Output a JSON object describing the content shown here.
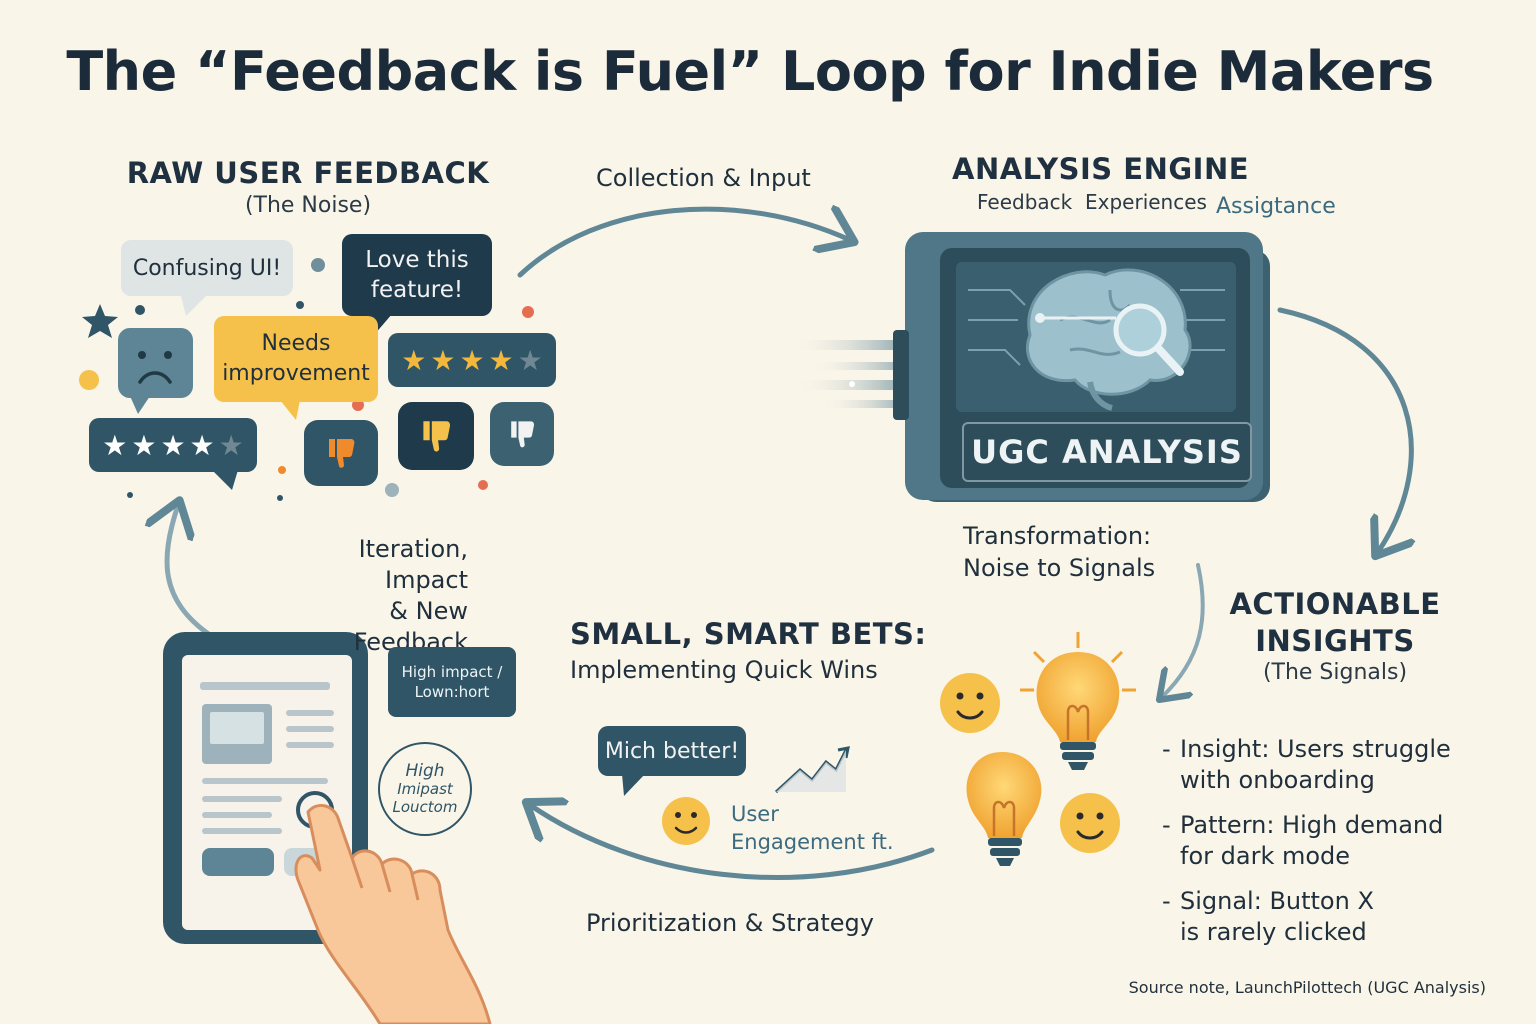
{
  "title": "The “Feedback is Fuel” Loop for Indie Makers",
  "raw_feedback": {
    "heading": "RAW USER FEEDBACK",
    "subheading": "(The Noise)",
    "bubbles": {
      "confusing": "Confusing UI!",
      "love_line1": "Love this",
      "love_line2": "feature!",
      "needs_line1": "Needs",
      "needs_line2": "improvement"
    }
  },
  "collection_label": "Collection & Input",
  "analysis": {
    "heading": "ANALYSIS ENGINE",
    "tags": [
      "Feedback",
      "Experiences",
      "Assigtance"
    ],
    "screen_label": "UGC ANALYSIS"
  },
  "transformation": {
    "line1": "Transformation:",
    "line2": "Noise to Signals"
  },
  "insights": {
    "heading_line1": "ACTIONABLE",
    "heading_line2": "INSIGHTS",
    "subheading": "(The Signals)",
    "items": [
      {
        "line1": "Insight: Users struggle",
        "line2": "with onboarding"
      },
      {
        "line1": "Pattern: High demand",
        "line2": "for dark mode"
      },
      {
        "line1": "Signal: Button X",
        "line2": "is rarely clicked"
      }
    ]
  },
  "bets": {
    "heading": "SMALL, SMART BETS:",
    "subheading": "Implementing Quick Wins",
    "bubble": "Mich better!",
    "engagement_line1": "User",
    "engagement_line2": "Engagement ft."
  },
  "prioritization_label": "Prioritization & Strategy",
  "iteration": {
    "line1": "Iteration, Impact",
    "line2": "& New Feedback"
  },
  "tag_box": {
    "line1": "High impact /",
    "line2": "Lown:hort"
  },
  "circle_badge": {
    "line1": "High",
    "line2": "Imipast",
    "line3": "Louctom"
  },
  "source_note": "Source note, LaunchPilottech (UGC Analysis)",
  "colors": {
    "background": "#faf5e9",
    "dark_teal": "#2f5566",
    "arrow": "#5f8796",
    "yellow": "#f5c14a",
    "orange": "#ef8b2c",
    "light_grey": "#dfe4e4"
  }
}
